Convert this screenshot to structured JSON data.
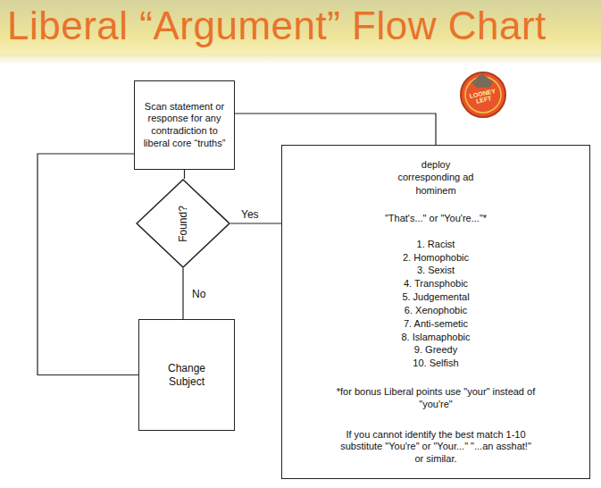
{
  "diagram": {
    "title": "Liberal “Argument” Flow Chart",
    "nodes": [
      {
        "text": [
          "Scan statement or response for any contradiction to liberal core “truths”"
        ]
      },
      {
        "text": [
          "Found?"
        ]
      },
      {
        "text": [
          "deploy corresponding ad hominem",
          "\"That's...\" or \"You're...\"*",
          "1. Racist",
          "2. Homophobic",
          "3. Sexist",
          "4. Transphobic",
          "5. Judgemental",
          "6. Xenophobic",
          "7. Anti-semetic",
          "8. Islamaphobic",
          "9. Greedy",
          "10. Selfish",
          "*for bonus Liberal points use \"your\" instead of \"you're\"",
          "If you cannot identify the best match 1-10 substitute \"You're\" or \"Your...\" \"...an asshat!\" or similar."
        ]
      },
      {
        "text": [
          "Change Subject"
        ]
      }
    ],
    "edges": [
      {
        "from": 0,
        "to": 1,
        "arrow": "none"
      },
      {
        "from": 1,
        "to": 2,
        "label": "Yes",
        "arrow": "none"
      },
      {
        "from": 1,
        "to": 3,
        "label": "No",
        "arrow": "none"
      },
      {
        "from": 3,
        "to": 0,
        "arrow": "none"
      },
      {
        "from": 0,
        "to": 2,
        "arrow": "none"
      }
    ],
    "labels": [
      "LOONEY LEFT"
    ]
  }
}
